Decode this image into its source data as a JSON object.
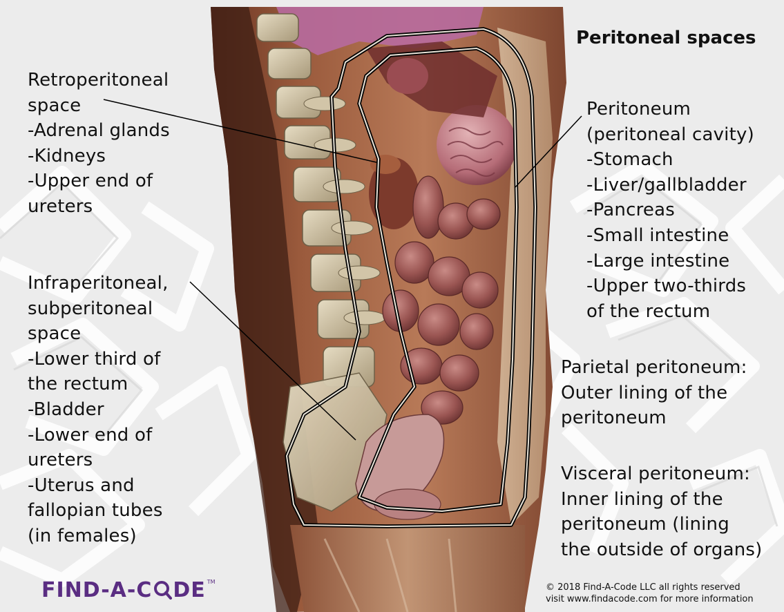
{
  "title": "Peritoneal spaces",
  "labels": {
    "retroperitoneal": [
      "Retroperitoneal",
      "space",
      "-Adrenal glands",
      "-Kidneys",
      "-Upper end of",
      "ureters"
    ],
    "infraperitoneal": [
      "Infraperitoneal,",
      "subperitoneal",
      "space",
      "-Lower third of",
      "the rectum",
      "-Bladder",
      "-Lower end of",
      "ureters",
      "-Uterus and",
      "fallopian tubes",
      "(in females)"
    ],
    "peritoneum": [
      "Peritoneum",
      "(peritoneal cavity)",
      "-Stomach",
      "-Liver/gallbladder",
      "-Pancreas",
      "-Small intestine",
      "-Large intestine",
      "-Upper two-thirds",
      "of the rectum"
    ],
    "parietal": [
      "Parietal peritoneum:",
      "Outer lining of the",
      "peritoneum"
    ],
    "visceral": [
      "Visceral peritoneum:",
      "Inner lining of the",
      "peritoneum (lining",
      "the outside of organs)"
    ]
  },
  "logo": {
    "part1": "FIND-A-C",
    "part2": "DE",
    "tm": "TM"
  },
  "copyright": {
    "line1": "© 2018 Find-A-Code LLC all rights reserved",
    "line2": "visit www.findacode.com for more information"
  },
  "colors": {
    "text": "#111111",
    "logo": "#5a2d82",
    "background": "#ececec"
  }
}
